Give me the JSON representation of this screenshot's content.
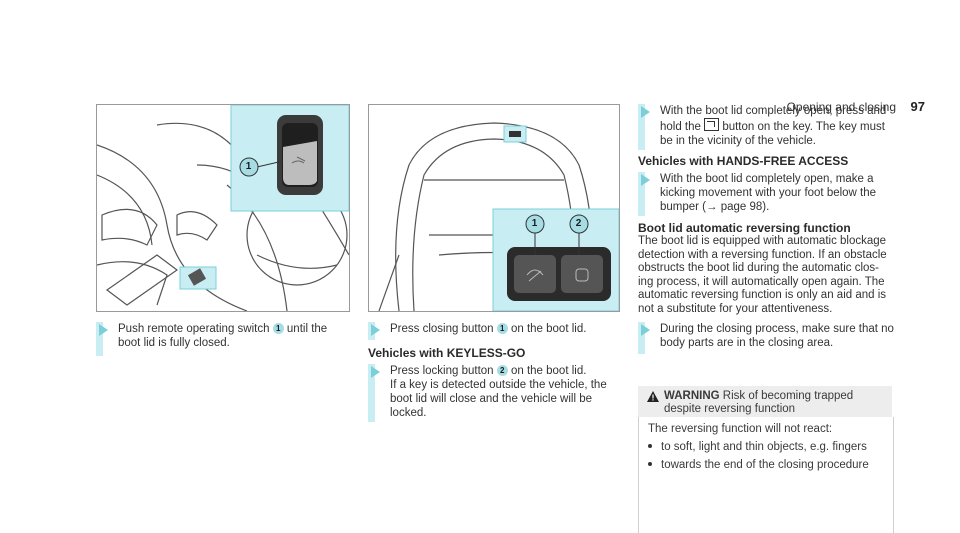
{
  "header": {
    "section_title": "Opening and closing",
    "page_number": "97"
  },
  "figures": {
    "left": {
      "callout_1": "1"
    },
    "middle": {
      "callout_1": "1",
      "callout_2": "2"
    }
  },
  "col1": {
    "step1": {
      "pre": "Push remote operating switch ",
      "num": "1",
      "post": " until the",
      "line2": "boot lid is fully closed."
    }
  },
  "col2": {
    "step1": {
      "pre": "Press closing button ",
      "num": "1",
      "post": " on the boot lid."
    },
    "heading": "Vehicles with KEYLESS-GO",
    "step2": {
      "pre": "Press locking button ",
      "num": "2",
      "post": " on the boot lid.",
      "line2": "If a key is detected outside the vehicle, the",
      "line3": "boot lid will close and the vehicle will be",
      "line4": "locked."
    }
  },
  "col3": {
    "step1": {
      "line1": "With the boot lid completely open, press and",
      "line2_pre": "hold the ",
      "line2_post": " button on the key. The key must",
      "line3": "be in the vicinity of the vehicle.",
      "key_icon": "boot-lid-key-button-icon"
    },
    "heading1": "Vehicles with HANDS-FREE ACCESS",
    "step2": {
      "line1": "With the boot lid completely open, make a",
      "line2": "kicking movement with your foot below the",
      "line3": "bumper (→ page 98)."
    },
    "heading2": "Boot lid automatic reversing function",
    "para": [
      "The boot lid is equipped with automatic blockage",
      "detection with a reversing function. If an obstacle",
      "obstructs the boot lid during the automatic clos-",
      "ing process, it will automatically open again. The",
      "automatic reversing function is only an aid and is",
      "not a substitute for your attentiveness."
    ],
    "step3": {
      "line1": "During the closing process, make sure that no",
      "line2": "body parts are in the closing area."
    },
    "warning": {
      "label": "WARNING",
      "title1": " Risk of becoming trapped",
      "title2": "despite reversing function",
      "intro": "The reversing function will not react:",
      "items": [
        "to soft, light and thin objects, e.g. fingers",
        "towards the end of the closing procedure"
      ]
    }
  },
  "colors": {
    "accent": "#a6dde4",
    "bar": "#c8eef3",
    "arrow": "#7acfd9",
    "warn_bg": "#ededed"
  }
}
